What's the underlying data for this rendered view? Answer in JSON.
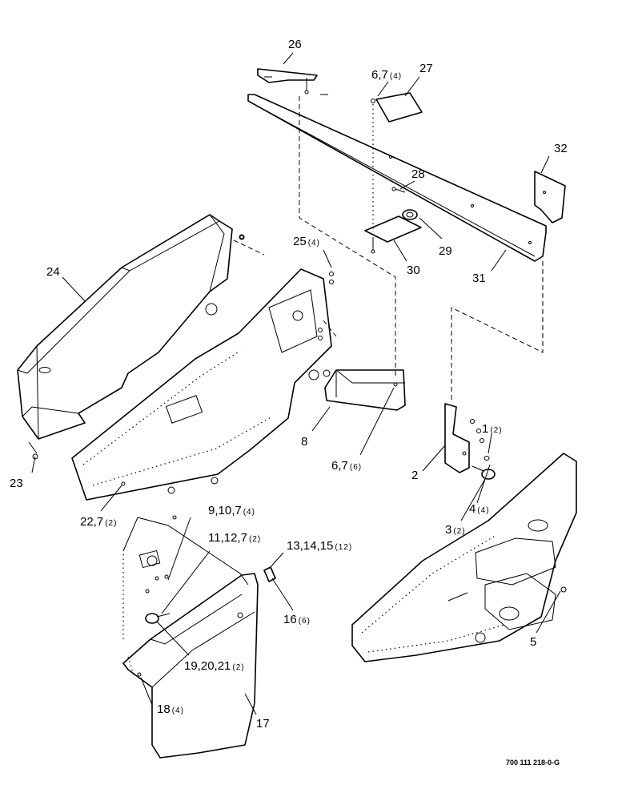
{
  "callouts": [
    {
      "id": "c26",
      "label": "26",
      "qty": ""
    },
    {
      "id": "c67a",
      "label": "6,7",
      "qty": "(4)"
    },
    {
      "id": "c27",
      "label": "27",
      "qty": ""
    },
    {
      "id": "c32",
      "label": "32",
      "qty": ""
    },
    {
      "id": "c28",
      "label": "28",
      "qty": ""
    },
    {
      "id": "c29",
      "label": "29",
      "qty": ""
    },
    {
      "id": "c30",
      "label": "30",
      "qty": ""
    },
    {
      "id": "c31",
      "label": "31",
      "qty": ""
    },
    {
      "id": "c24",
      "label": "24",
      "qty": ""
    },
    {
      "id": "c25",
      "label": "25",
      "qty": "(4)"
    },
    {
      "id": "c8",
      "label": "8",
      "qty": ""
    },
    {
      "id": "c67b",
      "label": "6,7",
      "qty": "(6)"
    },
    {
      "id": "c1",
      "label": "1",
      "qty": "(2)"
    },
    {
      "id": "c2",
      "label": "2",
      "qty": ""
    },
    {
      "id": "c4",
      "label": "4",
      "qty": "(4)"
    },
    {
      "id": "c3",
      "label": "3",
      "qty": "(2)"
    },
    {
      "id": "c5",
      "label": "5",
      "qty": ""
    },
    {
      "id": "c23",
      "label": "23",
      "qty": ""
    },
    {
      "id": "c227",
      "label": "22,7",
      "qty": "(2)"
    },
    {
      "id": "c9107",
      "label": "9,10,7",
      "qty": "(4)"
    },
    {
      "id": "c11127",
      "label": "11,12,7",
      "qty": "(2)"
    },
    {
      "id": "c131415",
      "label": "13,14,15",
      "qty": "(12)"
    },
    {
      "id": "c16",
      "label": "16",
      "qty": "(6)"
    },
    {
      "id": "c192021",
      "label": "19,20,21",
      "qty": "(2)"
    },
    {
      "id": "c18",
      "label": "18",
      "qty": "(4)"
    },
    {
      "id": "c17",
      "label": "17",
      "qty": ""
    }
  ],
  "drawing_number": "700 111 218-0-G"
}
